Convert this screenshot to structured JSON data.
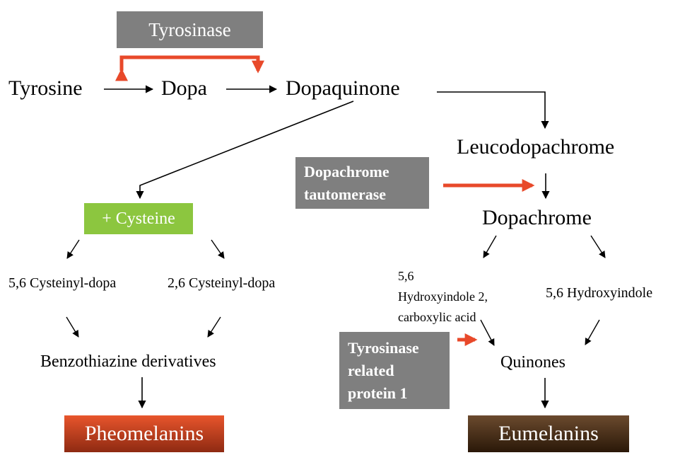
{
  "enzymes": {
    "tyrosinase": "Tyrosinase",
    "dopachrome_tautomerase_line1": "Dopachrome",
    "dopachrome_tautomerase_line2": "tautomerase",
    "trp1_line1": "Tyrosinase",
    "trp1_line2": "related",
    "trp1_line3": "protein 1"
  },
  "nodes": {
    "tyrosine": "Tyrosine",
    "dopa": "Dopa",
    "dopaquinone": "Dopaquinone",
    "leucodopachrome": "Leucodopachrome",
    "dopachrome": "Dopachrome",
    "cysteine": "+ Cysteine",
    "cysteinyl_5_6": "5,6 Cysteinyl-dopa",
    "cysteinyl_2_6": "2,6 Cysteinyl-dopa",
    "benzothiazine": "Benzothiazine derivatives",
    "hydroxyindole_carboxylic_line1": "5,6",
    "hydroxyindole_carboxylic_line2": "Hydroxyindole 2,",
    "hydroxyindole_carboxylic_line3": "carboxylic acid",
    "hydroxyindole": "5,6 Hydroxyindole",
    "quinones": "Quinones",
    "pheomelanins": "Pheomelanins",
    "eumelanins": "Eumelanins"
  },
  "colors": {
    "enzyme_box": "#7f7f7f",
    "cysteine_box": "#8cc63f",
    "pheomelanin_gradient": [
      "#e8552c",
      "#8e2a12"
    ],
    "eumelanin_gradient": [
      "#6b4a2e",
      "#2a1808"
    ],
    "enzyme_arrow": "#e8492a"
  }
}
